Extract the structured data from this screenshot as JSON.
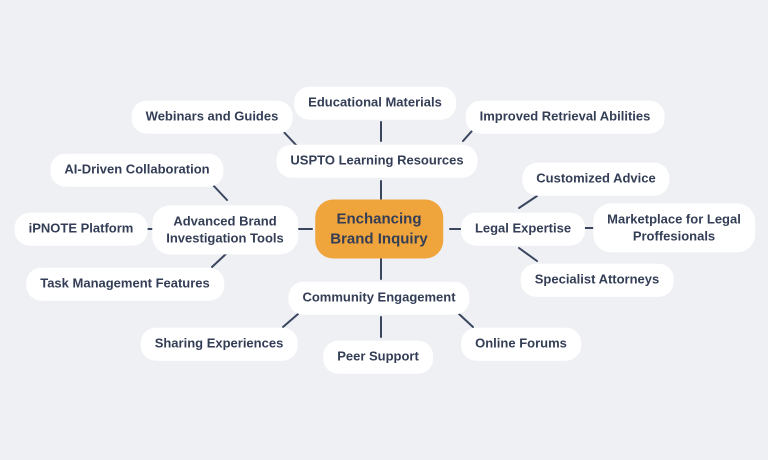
{
  "diagram": {
    "type": "mindmap",
    "colors": {
      "canvas_background": "#EEF0F4",
      "center_node_fill": "#F0A43C",
      "node_fill": "#FFFFFF",
      "text": "#333E56",
      "connector": "#3A455E"
    },
    "center": {
      "label": "Enchancing\nBrand Inquiry"
    },
    "branches": [
      {
        "label": "USPTO Learning Resources",
        "children": [
          "Webinars and Guides",
          "Educational Materials",
          "Improved Retrieval Abilities"
        ]
      },
      {
        "label": "Legal Expertise",
        "children": [
          "Customized Advice",
          "Marketplace for Legal\nProffesionals",
          "Specialist Attorneys"
        ]
      },
      {
        "label": "Advanced Brand\nInvestigation Tools",
        "children": [
          "AI-Driven Collaboration",
          "iPNOTE Platform",
          "Task Management Features"
        ]
      },
      {
        "label": "Community Engagement",
        "children": [
          "Sharing Experiences",
          "Peer Support",
          "Online Forums"
        ]
      }
    ]
  }
}
